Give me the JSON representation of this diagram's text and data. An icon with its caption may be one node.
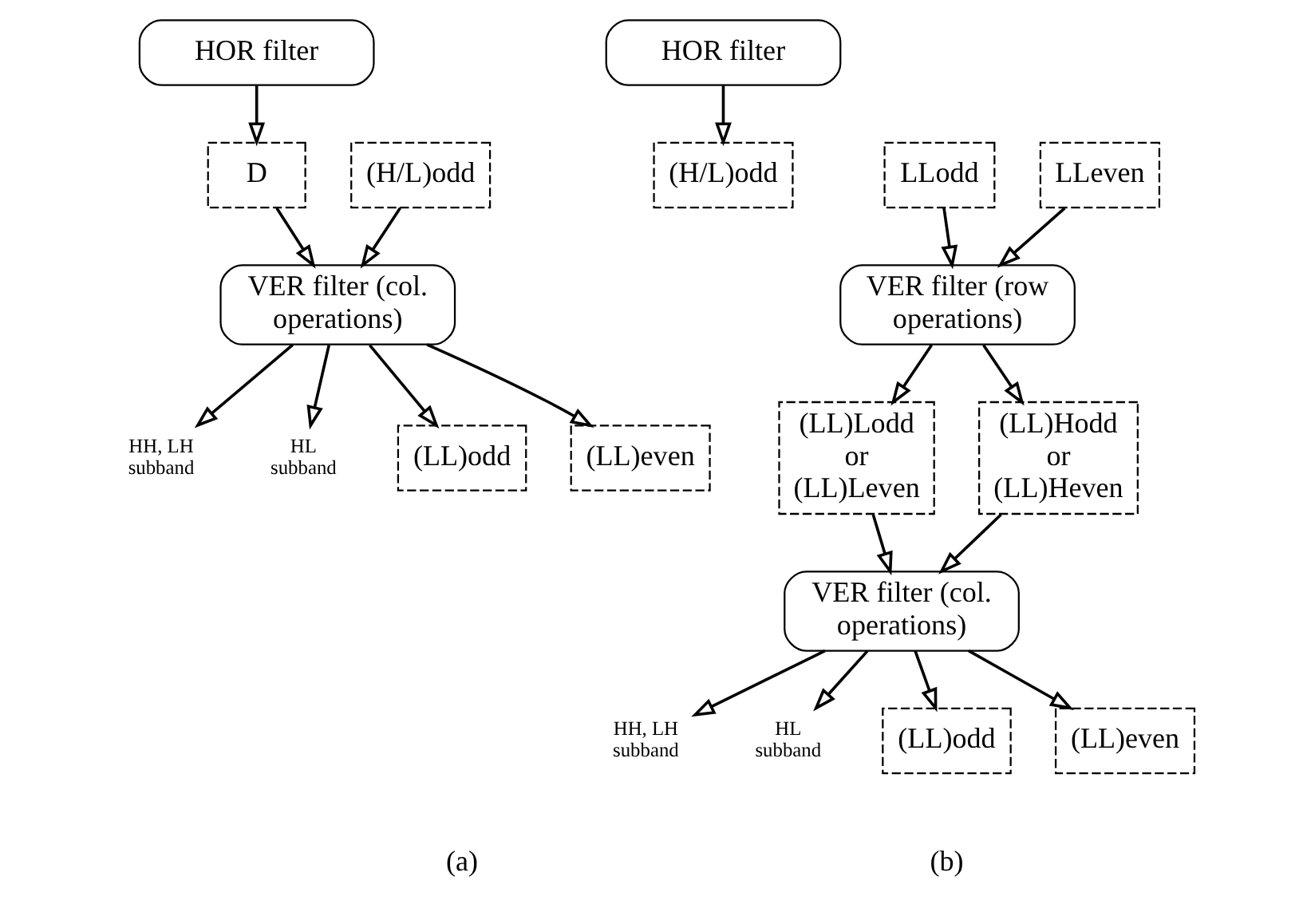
{
  "diagram": {
    "nodes": [
      {
        "text": [
          "HOR filter"
        ]
      },
      {
        "text": [
          "D"
        ]
      },
      {
        "text": [
          "(H/L)odd"
        ]
      },
      {
        "text": [
          "VER filter (col. operations)"
        ]
      },
      {
        "text": [
          "HH, LH subband"
        ]
      },
      {
        "text": [
          "HL subband"
        ]
      },
      {
        "text": [
          "(LL)odd"
        ]
      },
      {
        "text": [
          "(LL)even"
        ]
      },
      {
        "text": [
          "HOR filter"
        ]
      },
      {
        "text": [
          "LLodd"
        ]
      },
      {
        "text": [
          "LLeven"
        ]
      },
      {
        "text": [
          "(H/L)odd"
        ]
      },
      {
        "text": [
          "VER filter (row operations)"
        ]
      },
      {
        "text": [
          "(LL)Lodd or (LL)Leven"
        ]
      },
      {
        "text": [
          "(LL)Hodd or (LL)Heven"
        ]
      },
      {
        "text": [
          "VER filter (col. operations)"
        ]
      },
      {
        "text": [
          "HH, LH subband"
        ]
      },
      {
        "text": [
          "HL subband"
        ]
      },
      {
        "text": [
          "(LL)odd"
        ]
      },
      {
        "text": [
          "(LL)even"
        ]
      }
    ],
    "edges": [
      {
        "from": 0,
        "to": 1,
        "arrow": "to"
      },
      {
        "from": 1,
        "to": 3,
        "arrow": "to"
      },
      {
        "from": 2,
        "to": 3,
        "arrow": "to"
      },
      {
        "from": 3,
        "to": 4,
        "arrow": "to"
      },
      {
        "from": 3,
        "to": 5,
        "arrow": "to"
      },
      {
        "from": 3,
        "to": 6,
        "arrow": "to"
      },
      {
        "from": 3,
        "to": 7,
        "arrow": "to"
      },
      {
        "from": 8,
        "to": 11,
        "arrow": "to"
      },
      {
        "from": 9,
        "to": 12,
        "arrow": "to"
      },
      {
        "from": 10,
        "to": 12,
        "arrow": "to"
      },
      {
        "from": 12,
        "to": 13,
        "arrow": "to"
      },
      {
        "from": 12,
        "to": 14,
        "arrow": "to"
      },
      {
        "from": 13,
        "to": 15,
        "arrow": "to"
      },
      {
        "from": 14,
        "to": 15,
        "arrow": "to"
      },
      {
        "from": 15,
        "to": 16,
        "arrow": "to"
      },
      {
        "from": 15,
        "to": 17,
        "arrow": "to"
      },
      {
        "from": 15,
        "to": 18,
        "arrow": "to"
      },
      {
        "from": 15,
        "to": 19,
        "arrow": "to"
      }
    ],
    "labels": [
      "(a)",
      "(b)"
    ]
  }
}
